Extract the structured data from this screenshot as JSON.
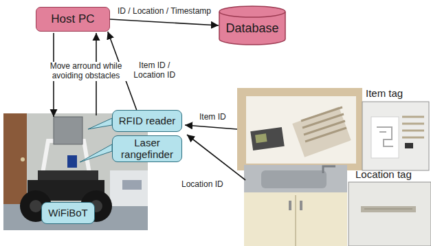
{
  "diagram": {
    "nodes": [
      {
        "text": [
          "Host PC"
        ]
      },
      {
        "text": [
          "Database"
        ]
      },
      {
        "text": [
          "RFID reader"
        ]
      },
      {
        "text": [
          "Laser rangefinder"
        ]
      },
      {
        "text": [
          "WiFiBoT"
        ]
      }
    ],
    "edges": [
      {
        "from": 0,
        "to": 1,
        "arrow": "to",
        "label": "ID / Location / Timestamp"
      },
      {
        "from": 2,
        "to": 0,
        "arrow": "to",
        "label": "Item ID / Location ID"
      }
    ],
    "labels": [
      "Move arround while avoiding obstacles",
      "Item ID",
      "Location ID",
      "Item tag",
      "Location tag"
    ]
  }
}
